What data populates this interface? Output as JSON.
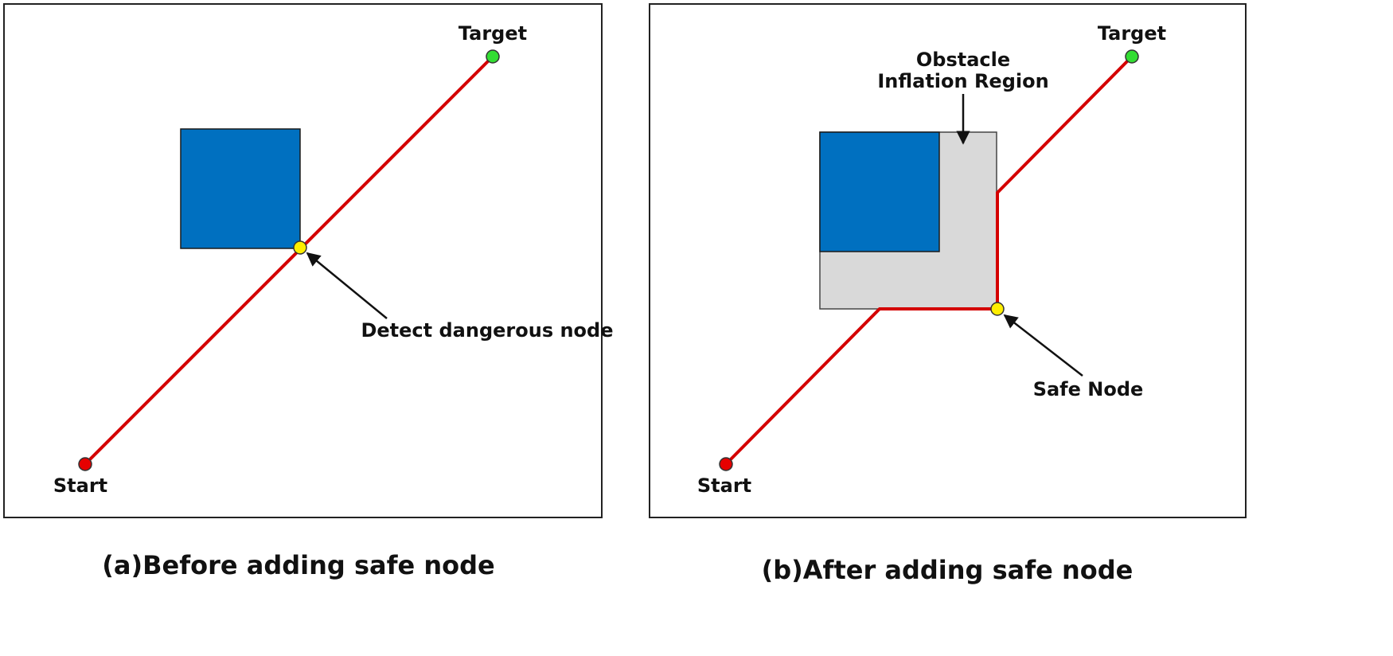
{
  "colors": {
    "path": "#d40000",
    "obstacle": "#0070c0",
    "inflation": "#d9d9d9",
    "start_node": "#e60000",
    "target_node": "#33dd33",
    "danger_node": "#ffee00",
    "safe_node": "#ffee00",
    "frame": "#222222"
  },
  "panel_a": {
    "target_label": "Target",
    "start_label": "Start",
    "danger_label": "Detect dangerous node",
    "caption": "(a)Before adding safe node"
  },
  "panel_b": {
    "target_label": "Target",
    "start_label": "Start",
    "inflation_label_line1": "Obstacle",
    "inflation_label_line2": "Inflation Region",
    "safe_label": "Safe Node",
    "caption": "(b)After adding safe node"
  }
}
